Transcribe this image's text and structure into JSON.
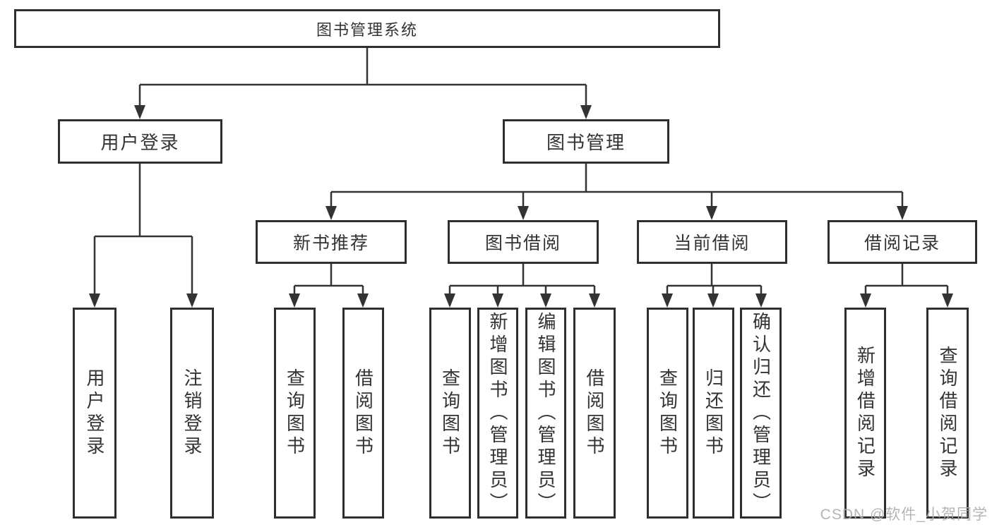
{
  "tree": {
    "root": "图书管理系统",
    "branches": [
      {
        "label": "用户登录",
        "children": [
          "用户登录",
          "注销登录"
        ]
      },
      {
        "label": "图书管理",
        "children": [
          {
            "label": "新书推荐",
            "children": [
              "查询图书",
              "借阅图书"
            ]
          },
          {
            "label": "图书借阅",
            "children": [
              "查询图书",
              "新增图书（管理员）",
              "编辑图书（管理员）",
              "借阅图书"
            ]
          },
          {
            "label": "当前借阅",
            "children": [
              "查询图书",
              "归还图书",
              "确认归还（管理员）"
            ]
          },
          {
            "label": "借阅记录",
            "children": [
              "新增借阅记录",
              "查询借阅记录"
            ]
          }
        ]
      }
    ]
  },
  "watermark": "CSDN @软件_小贺同学",
  "colors": {
    "line": "#333333",
    "box_border": "#2f2f2f",
    "text": "#333333",
    "watermark": "#afafaf",
    "background": "#ffffff"
  }
}
